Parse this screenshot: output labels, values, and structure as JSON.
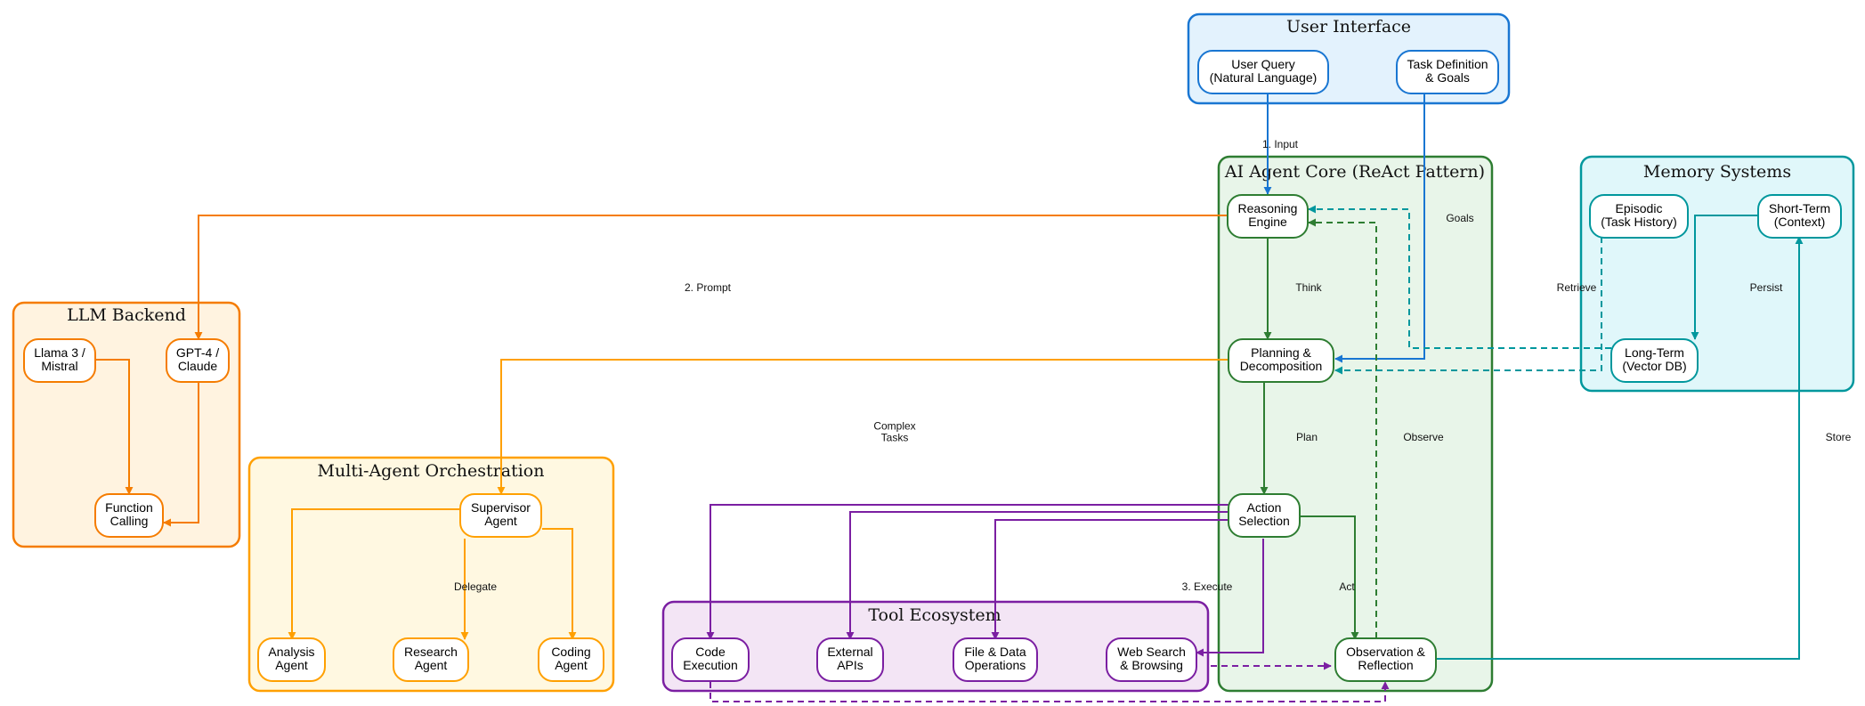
{
  "colors": {
    "ui": "#1976d2",
    "core": "#2e7d32",
    "memory": "#00979d",
    "llm": "#f57c00",
    "multi": "#ffa000",
    "tool": "#7b1fa2"
  },
  "clusters": {
    "user_interface": "User Interface",
    "agent_core": "AI Agent Core (ReAct Pattern)",
    "memory": "Memory Systems",
    "llm": "LLM Backend",
    "multi_agent": "Multi-Agent Orchestration",
    "tools": "Tool Ecosystem"
  },
  "nodes": {
    "user_query": [
      "User Query",
      "(Natural Language)"
    ],
    "task_def": [
      "Task Definition",
      "& Goals"
    ],
    "reasoning": [
      "Reasoning",
      "Engine"
    ],
    "planning": [
      "Planning &",
      "Decomposition"
    ],
    "action": [
      "Action",
      "Selection"
    ],
    "observation": [
      "Observation &",
      "Reflection"
    ],
    "episodic": [
      "Episodic",
      "(Task History)"
    ],
    "short_term": [
      "Short-Term",
      "(Context)"
    ],
    "long_term": [
      "Long-Term",
      "(Vector DB)"
    ],
    "llama": [
      "Llama 3 /",
      "Mistral"
    ],
    "gpt4": [
      "GPT-4 /",
      "Claude"
    ],
    "function_calling": [
      "Function",
      "Calling"
    ],
    "supervisor": [
      "Supervisor",
      "Agent"
    ],
    "analysis": [
      "Analysis",
      "Agent"
    ],
    "research": [
      "Research",
      "Agent"
    ],
    "coding": [
      "Coding",
      "Agent"
    ],
    "code_exec": [
      "Code",
      "Execution"
    ],
    "external_apis": [
      "External",
      "APIs"
    ],
    "file_ops": [
      "File & Data",
      "Operations"
    ],
    "web_search": [
      "Web Search",
      "& Browsing"
    ]
  },
  "edge_labels": {
    "input": [
      "1. Input"
    ],
    "goals": [
      "Goals"
    ],
    "prompt": [
      "2. Prompt"
    ],
    "think": [
      "Think"
    ],
    "retrieve": [
      "Retrieve"
    ],
    "persist": [
      "Persist"
    ],
    "complex_tasks": [
      "Complex",
      "Tasks"
    ],
    "plan": [
      "Plan"
    ],
    "observe": [
      "Observe"
    ],
    "store": [
      "Store"
    ],
    "delegate": [
      "Delegate"
    ],
    "execute": [
      "3. Execute"
    ],
    "act": [
      "Act"
    ]
  }
}
